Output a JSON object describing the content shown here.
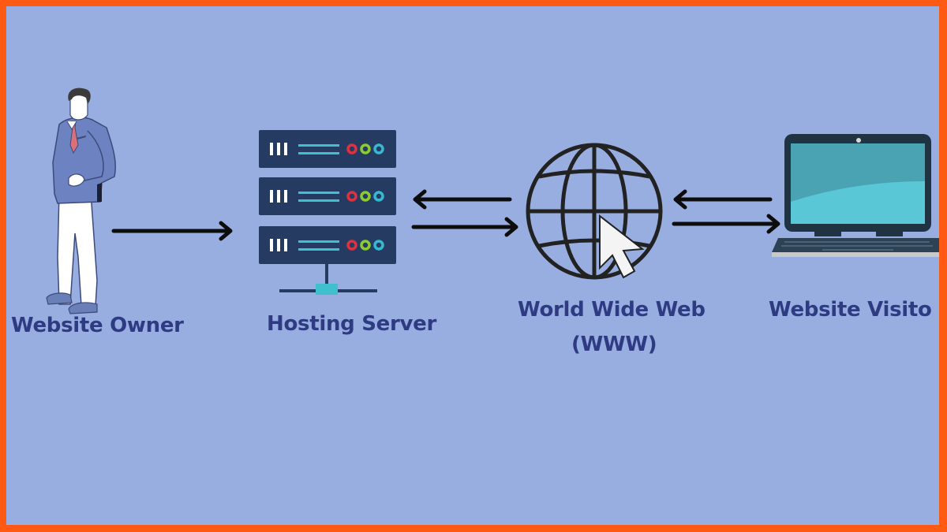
{
  "diagram": {
    "title": "How website hosting works",
    "colors": {
      "border": "#ff5a14",
      "background": "#98aee0",
      "label_text": "#2e3b82",
      "server_panel": "#263b62",
      "server_accent": "#3fc0cc",
      "led_red": "#e0313f",
      "led_green": "#8ccc2e",
      "led_cyan": "#37b9d1",
      "arrow": "#0d0d0d",
      "laptop_body": "#1f3342",
      "laptop_screen": "#4aa3b3"
    },
    "nodes": [
      {
        "id": "owner",
        "label": "Website Owner",
        "icon": "businessman-icon"
      },
      {
        "id": "server",
        "label": "Hosting Server",
        "icon": "server-rack-icon"
      },
      {
        "id": "www",
        "label_line1": "World Wide Web",
        "label_line2": "(WWW)",
        "icon": "globe-with-cursor-icon"
      },
      {
        "id": "visitor",
        "label": "Website Visito",
        "icon": "laptop-icon"
      }
    ],
    "edges": [
      {
        "from": "owner",
        "to": "server",
        "direction": "right"
      },
      {
        "from": "www",
        "to": "server",
        "direction": "left"
      },
      {
        "from": "server",
        "to": "www",
        "direction": "right"
      },
      {
        "from": "visitor",
        "to": "www",
        "direction": "left"
      },
      {
        "from": "www",
        "to": "visitor",
        "direction": "right"
      }
    ]
  }
}
